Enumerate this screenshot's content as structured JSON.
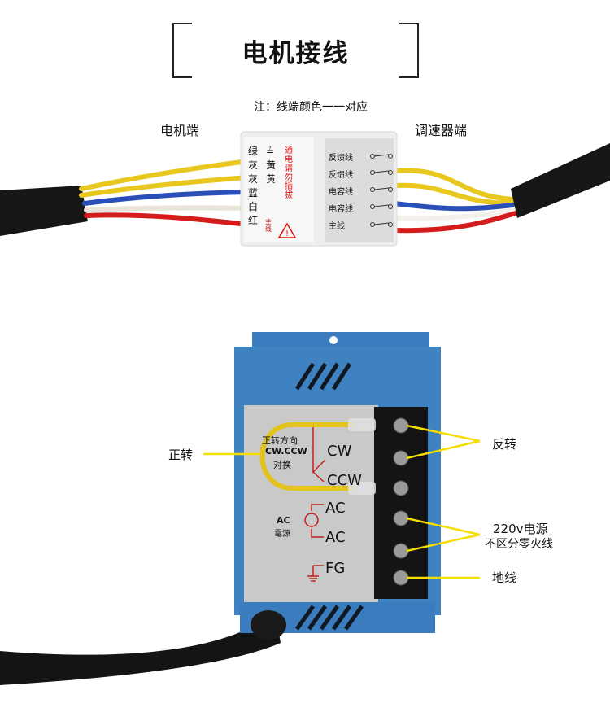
{
  "title": "电机接线",
  "wiring_photo": {
    "note": "注：线端颜色一一对应",
    "left_label": "电机端",
    "right_label": "调速器端",
    "left_tag": {
      "colors": [
        "红",
        "白",
        "蓝",
        "灰",
        "灰",
        "绿"
      ],
      "colors_row2": [
        "黄",
        "黄",
        "≟"
      ],
      "main_line": "主线",
      "warning": "通电请勿插拔"
    },
    "right_tag": [
      "反馈线",
      "反馈线",
      "电容线",
      "电容线",
      "主线"
    ],
    "wire_colors": [
      "#e8c81e",
      "#e8c81e",
      "#2a4fb8",
      "#f4f1ea",
      "#d41c1c"
    ]
  },
  "controller_photo": {
    "plate": {
      "direction_text": "正转方向",
      "direction_sub": "CW.CCW",
      "swap_text": "对换",
      "cw": "CW",
      "ccw": "CCW",
      "ac1": "AC",
      "ac2": "AC",
      "ac_power": "AC",
      "ac_power_sub": "電源",
      "fg": "FG"
    },
    "annotations": {
      "forward": "正转",
      "reverse": "反转",
      "power_line1": "220v电源",
      "power_line2": "不区分零火线",
      "ground": "地线"
    },
    "annotation_line_color": "#f5de00",
    "housing_color": "#3f82c2"
  }
}
